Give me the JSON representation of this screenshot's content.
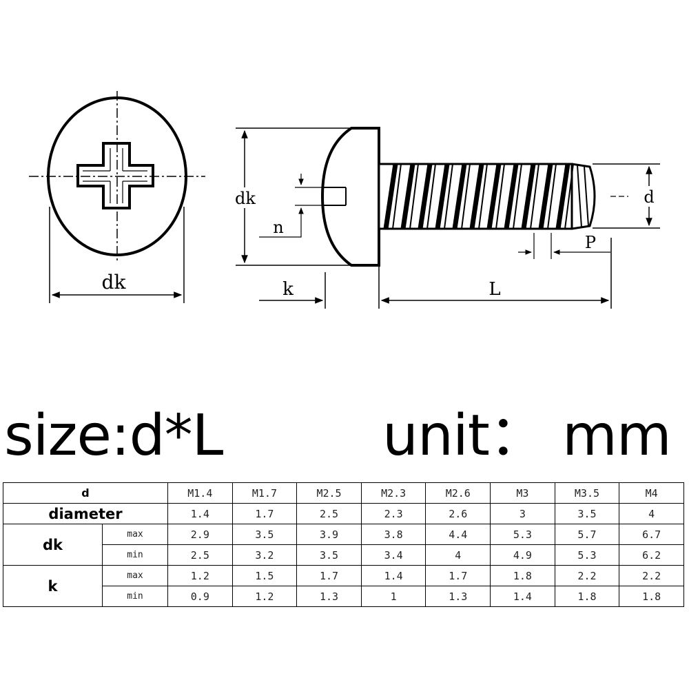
{
  "drawing": {
    "labels": {
      "head_dk": "dk",
      "side_dk": "dk",
      "n": "n",
      "k": "k",
      "L": "L",
      "d": "d",
      "P": "P"
    }
  },
  "headings": {
    "size": "size:d*L",
    "unit": "unit： mm"
  },
  "table": {
    "d_label": "d",
    "d_values": [
      "M1.4",
      "M1.7",
      "M2.5",
      "M2.3",
      "M2.6",
      "M3",
      "M3.5",
      "M4"
    ],
    "diameter_label": "diameter",
    "diameter_values": [
      "1.4",
      "1.7",
      "2.5",
      "2.3",
      "2.6",
      "3",
      "3.5",
      "4"
    ],
    "dk_label": "dk",
    "dk_max_label": "max",
    "dk_max_values": [
      "2.9",
      "3.5",
      "3.9",
      "3.8",
      "4.4",
      "5.3",
      "5.7",
      "6.7"
    ],
    "dk_min_label": "min",
    "dk_min_values": [
      "2.5",
      "3.2",
      "3.5",
      "3.4",
      "4",
      "4.9",
      "5.3",
      "6.2"
    ],
    "k_label": "k",
    "k_max_label": "max",
    "k_max_values": [
      "1.2",
      "1.5",
      "1.7",
      "1.4",
      "1.7",
      "1.8",
      "2.2",
      "2.2"
    ],
    "k_min_label": "min",
    "k_min_values": [
      "0.9",
      "1.2",
      "1.3",
      "1",
      "1.3",
      "1.4",
      "1.8",
      "1.8"
    ]
  }
}
